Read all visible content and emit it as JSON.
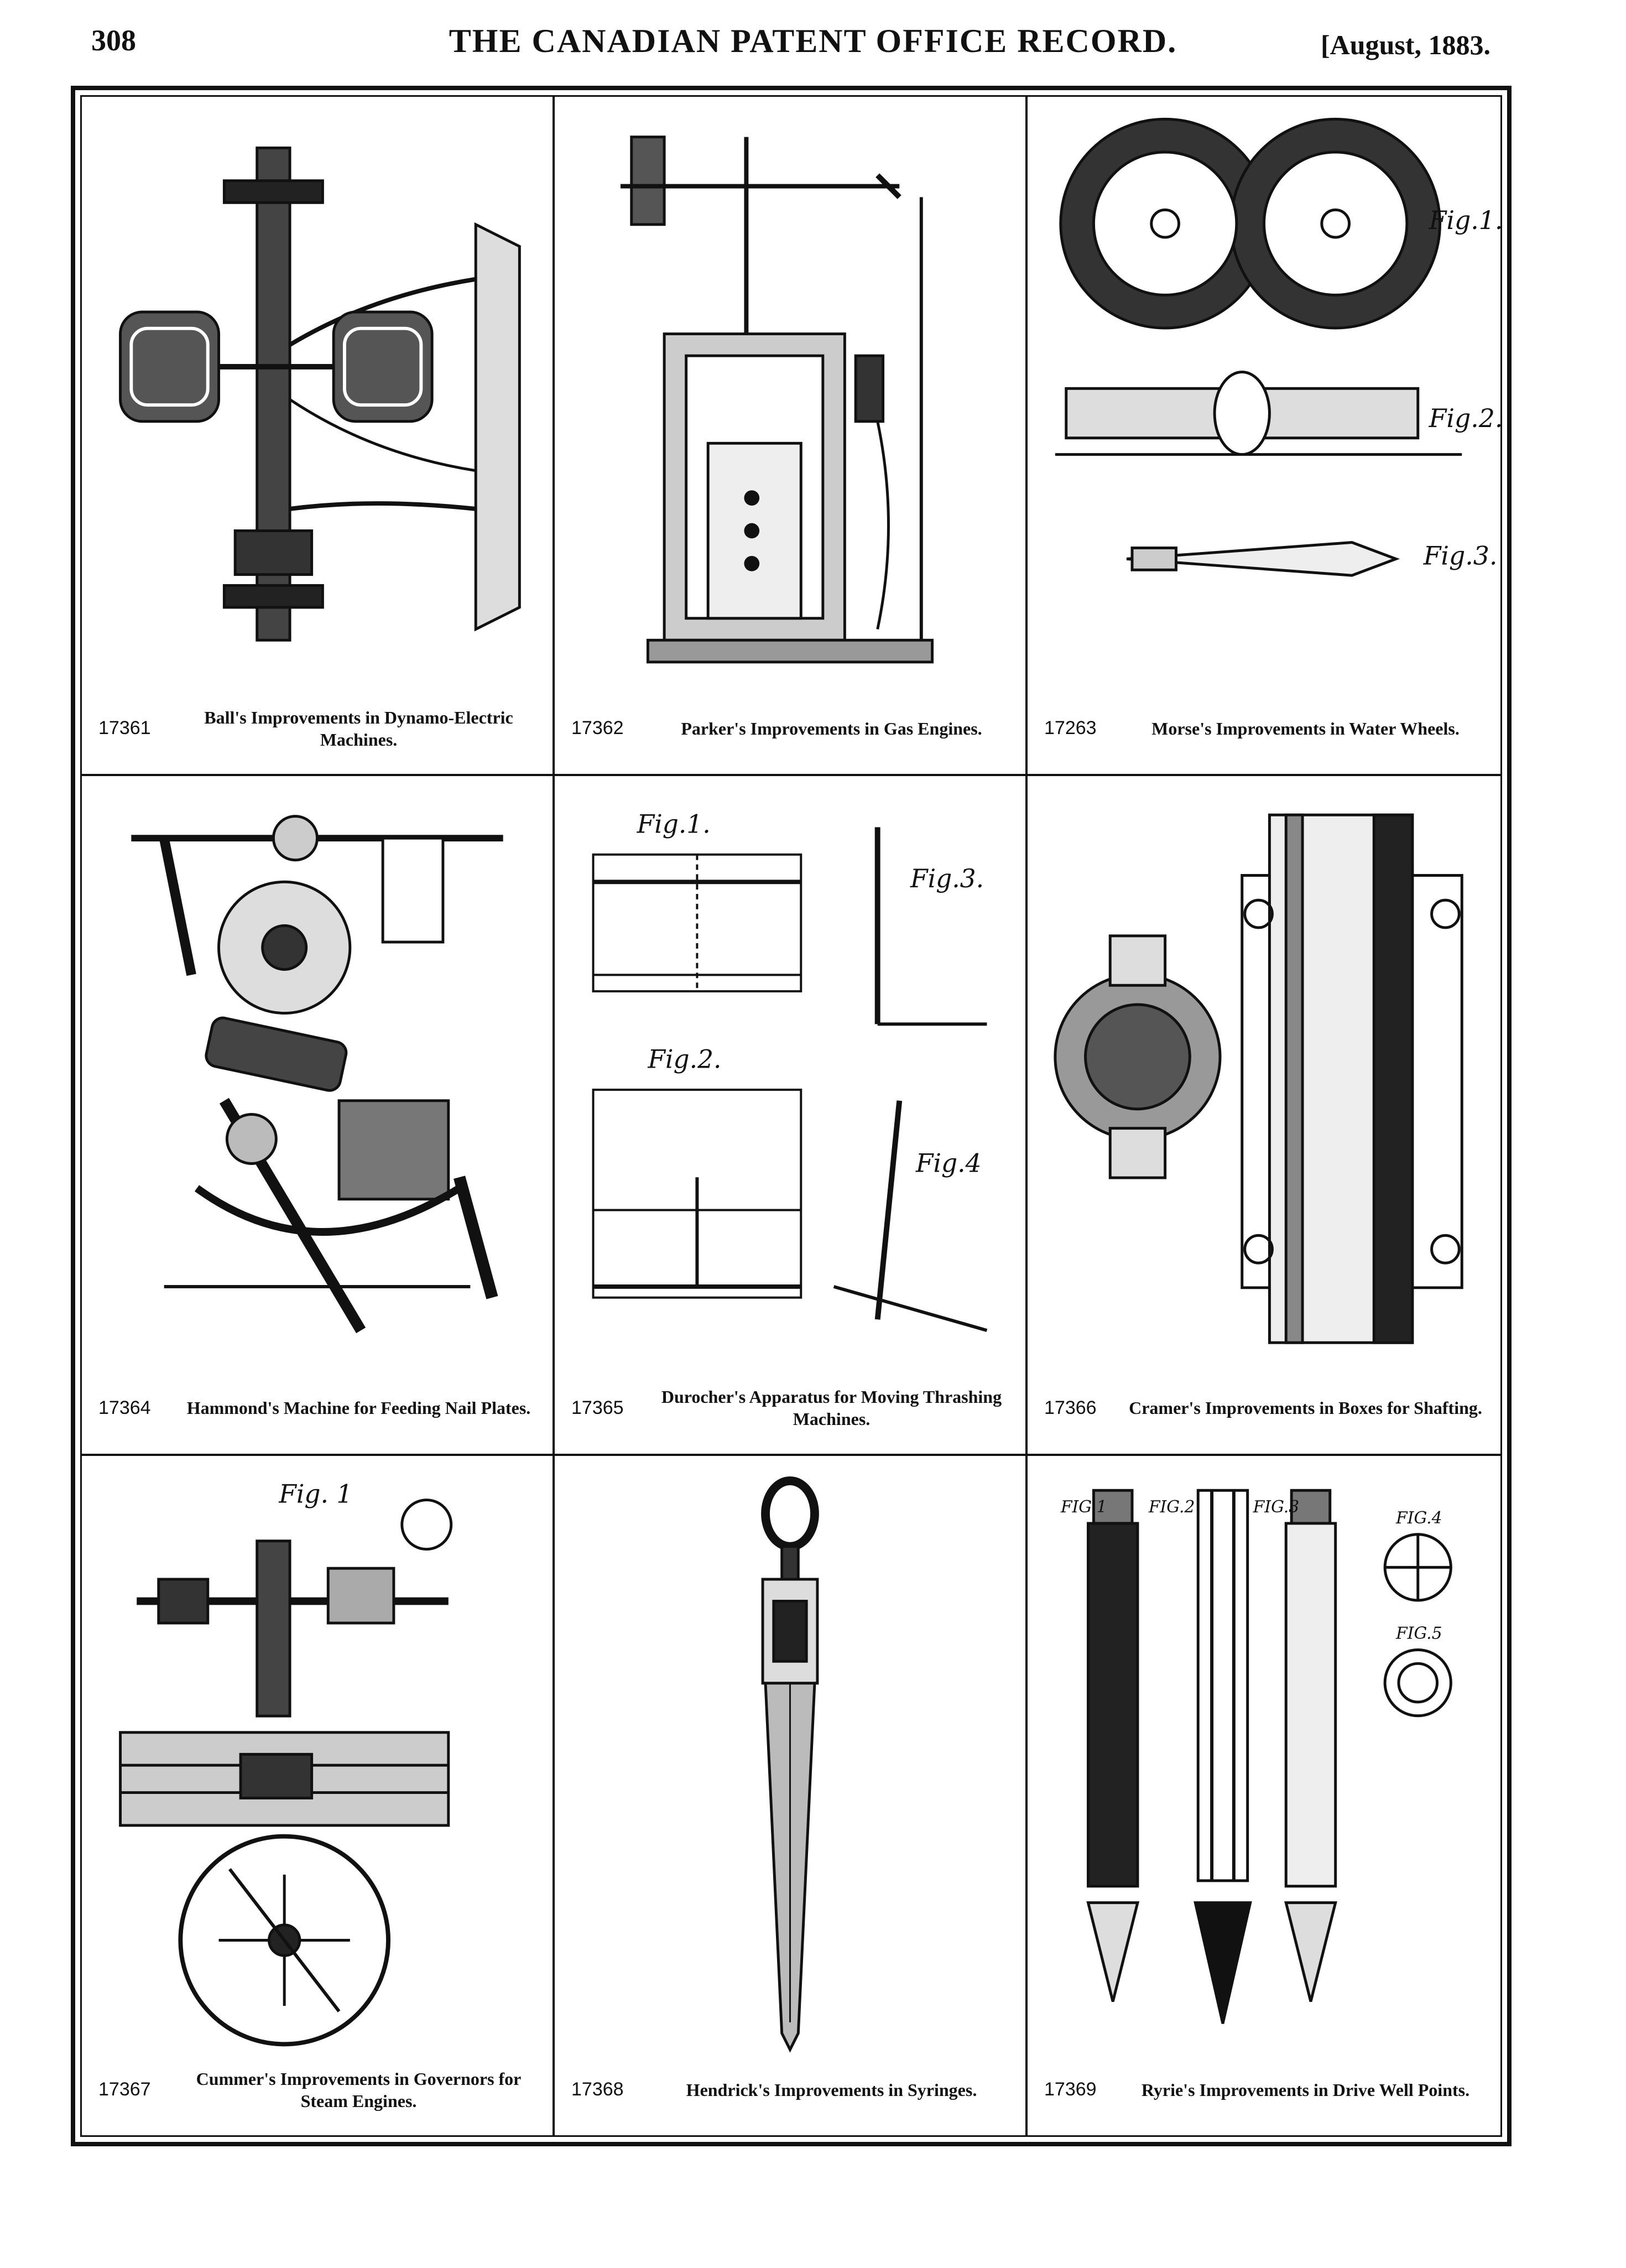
{
  "header": {
    "page_number": "308",
    "journal_title": "THE CANADIAN PATENT OFFICE RECORD.",
    "date": "[August, 1883."
  },
  "patents": [
    {
      "number": "17361",
      "title": "Ball's Improvements in Dynamo-Electric Machines."
    },
    {
      "number": "17362",
      "title": "Parker's Improvements in Gas Engines."
    },
    {
      "number": "17263",
      "title": "Morse's Improvements in Water Wheels."
    },
    {
      "number": "17364",
      "title": "Hammond's Machine for Feeding Nail Plates."
    },
    {
      "number": "17365",
      "title": "Durocher's Apparatus for Moving Thrashing Machines."
    },
    {
      "number": "17366",
      "title": "Cramer's Improvements in Boxes for Shafting."
    },
    {
      "number": "17367",
      "title": "Cummer's Improvements in Governors for Steam Engines."
    },
    {
      "number": "17368",
      "title": "Hendrick's Improvements in Syringes."
    },
    {
      "number": "17369",
      "title": "Ryrie's Improvements in Drive Well Points."
    }
  ],
  "figure_labels": {
    "morse": [
      "Fig.1.",
      "Fig.2.",
      "Fig.3."
    ],
    "durocher": [
      "Fig.1.",
      "Fig.2.",
      "Fig.3.",
      "Fig.4"
    ],
    "cummer": [
      "Fig. 1"
    ],
    "ryrie": [
      "FIG.1",
      "FIG.2",
      "FIG.3",
      "FIG.4",
      "FIG.5"
    ]
  }
}
